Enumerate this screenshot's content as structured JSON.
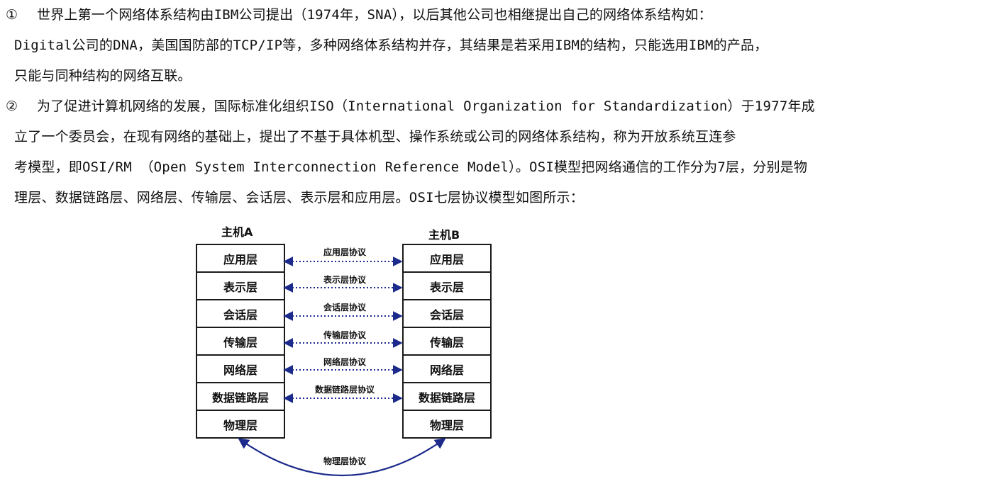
{
  "paragraphs": [
    {
      "bullet": "①",
      "lines": [
        "世界上第一个网络体系结构由IBM公司提出（1974年，SNA），以后其他公司也相继提出自己的网络体系结构如：",
        "Digital公司的DNA，美国国防部的TCP/IP等，多种网络体系结构并存，其结果是若采用IBM的结构，只能选用IBM的产品，",
        "只能与同种结构的网络互联。"
      ]
    },
    {
      "bullet": "②",
      "lines": [
        "为了促进计算机网络的发展，国际标准化组织ISO（International Organization for Standardization）于1977年成",
        "立了一个委员会，在现有网络的基础上，提出了不基于具体机型、操作系统或公司的网络体系结构，称为开放系统互连参",
        "考模型，即OSI/RM （Open System Interconnection Reference Model）。OSI模型把网络通信的工作分为7层，分别是物",
        "理层、数据链路层、网络层、传输层、会话层、表示层和应用层。OSI七层协议模型如图所示："
      ]
    }
  ],
  "diagram": {
    "host_a": "主机A",
    "host_b": "主机B",
    "layers": [
      "应用层",
      "表示层",
      "会话层",
      "传输层",
      "网络层",
      "数据链路层",
      "物理层"
    ],
    "protocols": [
      "应用层协议",
      "表示层协议",
      "会话层协议",
      "传输层协议",
      "网络层协议",
      "数据链路层协议"
    ],
    "physical_protocol": "物理层协议",
    "arrow_color": "#1c2a8c"
  }
}
